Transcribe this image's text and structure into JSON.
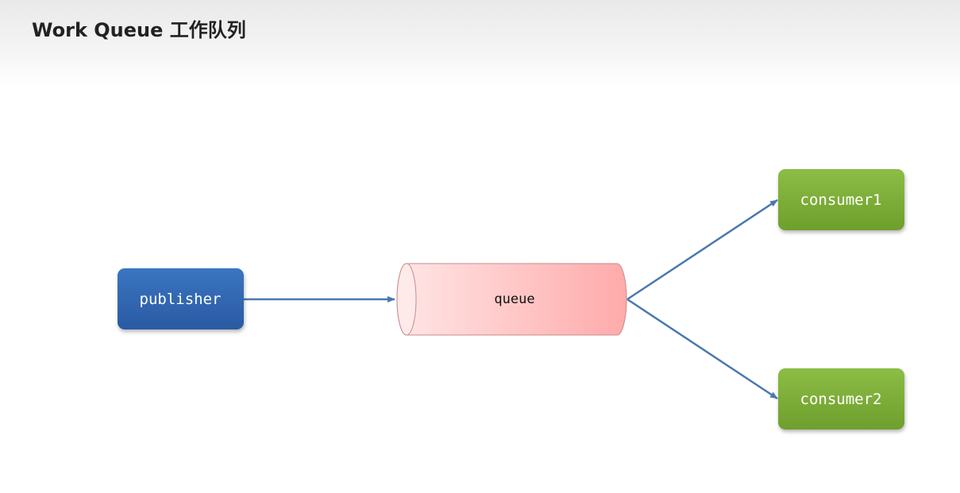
{
  "title": "Work Queue 工作队列",
  "nodes": {
    "publisher": {
      "label": "publisher"
    },
    "queue": {
      "label": "queue"
    },
    "consumer1": {
      "label": "consumer1"
    },
    "consumer2": {
      "label": "consumer2"
    }
  },
  "colors": {
    "publisher_fill": "#2f66b0",
    "consumer_fill": "#79a834",
    "queue_fill": "#ffb3b3",
    "arrow": "#4a78b0"
  }
}
